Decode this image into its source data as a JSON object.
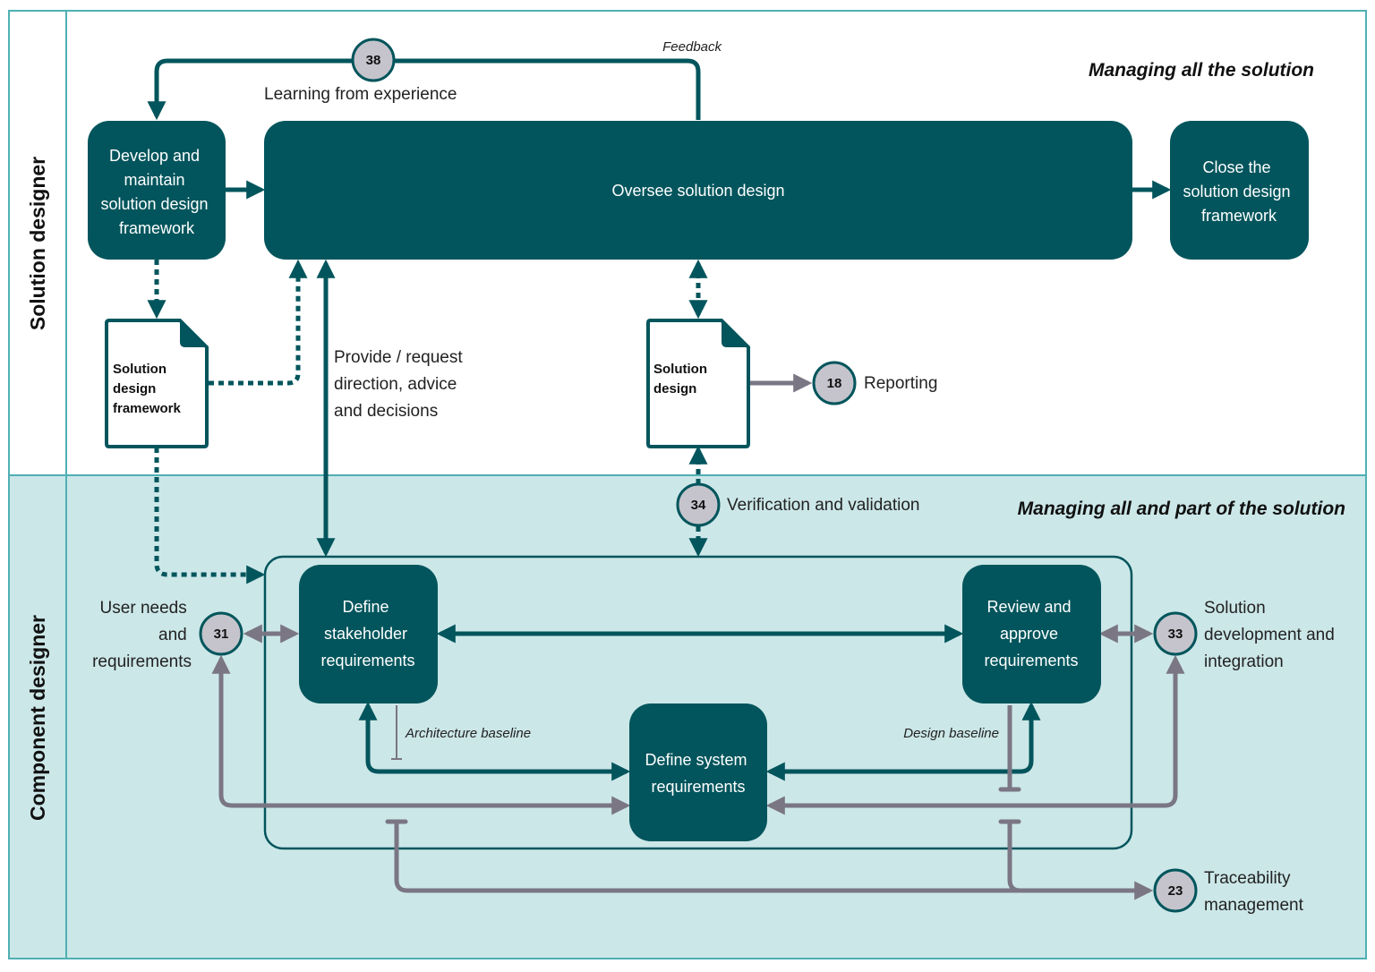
{
  "colors": {
    "teal_dark": "#02555C",
    "teal_border": "#4FB0B3",
    "lane_bg_bottom": "#CCE7E8",
    "grey_arrow": "#7A7684",
    "circle_fill": "#C5C4CC"
  },
  "lanes": {
    "top": "Solution designer",
    "bottom": "Component designer"
  },
  "headings": {
    "top": "Managing all the solution",
    "bottom": "Managing all and part of the solution"
  },
  "boxes": {
    "develop": [
      "Develop and",
      "maintain",
      "solution design",
      "framework"
    ],
    "oversee": [
      "Oversee solution design"
    ],
    "close": [
      "Close the",
      "solution design",
      "framework"
    ],
    "stakeholder": [
      "Define",
      "stakeholder",
      "requirements"
    ],
    "review": [
      "Review and",
      "approve",
      "requirements"
    ],
    "system": [
      "Define system",
      "requirements"
    ]
  },
  "documents": {
    "framework": [
      "Solution",
      "design",
      "framework"
    ],
    "solution_design": [
      "Solution",
      "design"
    ]
  },
  "circles": {
    "c38": "38",
    "c18": "18",
    "c34": "34",
    "c31": "31",
    "c33": "33",
    "c23": "23"
  },
  "labels": {
    "learning": "Learning from experience",
    "feedback": "Feedback",
    "provide": [
      "Provide / request",
      "direction, advice",
      "and decisions"
    ],
    "reporting": "Reporting",
    "verification": "Verification and validation",
    "user_needs": [
      "User needs",
      "and",
      "requirements"
    ],
    "solution_dev": [
      "Solution",
      "development and",
      "integration"
    ],
    "traceability": [
      "Traceability",
      "management"
    ],
    "architecture_baseline": "Architecture baseline",
    "design_baseline": "Design baseline"
  }
}
